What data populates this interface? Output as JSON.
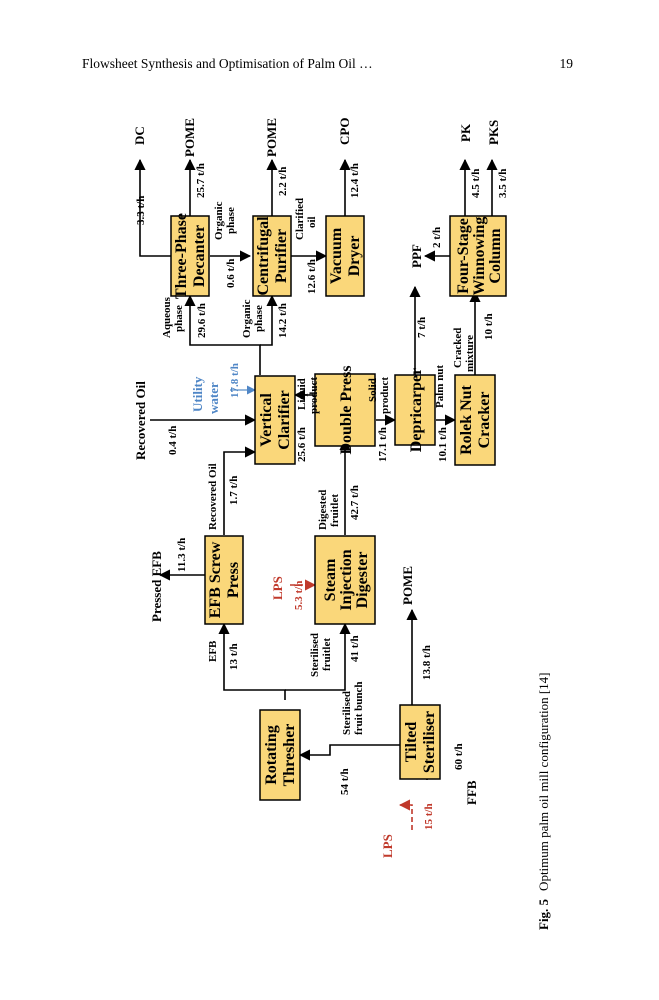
{
  "header": {
    "title": "Flowsheet Synthesis and Optimisation of Palm Oil …",
    "page_number": "19"
  },
  "caption": {
    "label": "Fig. 5",
    "text": "Optimum palm oil mill configuration [14]"
  },
  "units": {
    "rotating_thresher": [
      "Rotating",
      "Thresher"
    ],
    "tilted_steriliser": [
      "Tilted",
      "Steriliser"
    ],
    "efb_screw_press": [
      "EFB Screw",
      "Press"
    ],
    "steam_injection_digester": [
      "Steam",
      "Injection",
      "Digester"
    ],
    "vertical_clarifier": [
      "Vertical",
      "Clarifier"
    ],
    "double_press": [
      "Double Press"
    ],
    "depricarper": [
      "Depricarper"
    ],
    "rolek_nut_cracker": [
      "Rolek Nut",
      "Cracker"
    ],
    "three_phase_decanter": [
      "Three-Phase",
      "Decanter"
    ],
    "centrifugal_purifier": [
      "Centrifugal",
      "Purifier"
    ],
    "vacuum_dryer": [
      "Vacuum",
      "Dryer"
    ],
    "four_stage_winnowing": [
      "Four-Stage",
      "Winnowing",
      "Column"
    ]
  },
  "streams": {
    "ffb": "FFB",
    "ffb_flow": "60 t/h",
    "lps_1": "LPS",
    "lps_1_flow": "15 t/h",
    "sterilised_fruit_bunch": [
      "Sterilised",
      "fruit bunch"
    ],
    "sfb_flow": "54 t/h",
    "steriliser_pome": "POME",
    "steriliser_pome_flow": "13.8 t/h",
    "efb": "EFB",
    "efb_flow": "13 t/h",
    "sterilised_fruitlet": [
      "Sterilised",
      "fruitlet"
    ],
    "sterilised_fruitlet_flow": "41 t/h",
    "pressed_efb": "Pressed EFB",
    "pressed_efb_flow": "11.3 t/h",
    "lps_2": "LPS",
    "lps_2_flow": "5.3 t/h",
    "recovered_oil_efb": "Recovered Oil",
    "recovered_oil_efb_flow": "1.7 t/h",
    "digested_fruitlet": [
      "Digested",
      "fruitlet"
    ],
    "digested_fruitlet_flow": "42.7 t/h",
    "recovered_oil_top": "Recovered Oil",
    "recovered_oil_top_flow": "0.4 t/h",
    "utility_water": [
      "Utility",
      "water"
    ],
    "utility_water_flow": "17.8 t/h",
    "liquid_product": [
      "Liquid",
      "product"
    ],
    "liquid_product_flow": "25.6 t/h",
    "solid_product": [
      "Solid",
      "product"
    ],
    "solid_product_flow": "17.1 t/h",
    "palm_nut": "Palm nut",
    "palm_nut_flow": "10.1 t/h",
    "ppf": "PPF",
    "ppf_flow": "7 t/h",
    "cracked_mixture": [
      "Cracked",
      "mixture"
    ],
    "cracked_mixture_flow": "10 t/h",
    "aqueous_phase": [
      "Aqueous",
      "phase"
    ],
    "aqueous_phase_flow": "29.6 t/h",
    "organic_phase_clarifier": [
      "Organic",
      "phase"
    ],
    "organic_phase_clarifier_flow": "14.2 t/h",
    "dc": "DC",
    "dc_flow": "3.3 t/h",
    "decanter_pome": "POME",
    "decanter_pome_flow": "25.7 t/h",
    "organic_phase_decanter": [
      "Organic",
      "phase"
    ],
    "organic_phase_decanter_flow": "0.6 t/h",
    "purifier_pome": "POME",
    "purifier_pome_flow": "2.2 t/h",
    "clarified_oil": [
      "Clarified",
      "oil"
    ],
    "clarified_oil_flow": "12.6 t/h",
    "cpo": "CPO",
    "cpo_flow": "12.4 t/h",
    "winnowing_recycle_flow": "2 t/h",
    "pk": "PK",
    "pk_flow": "4.5 t/h",
    "pks": "PKS",
    "pks_flow": "3.5 t/h"
  },
  "colors": {
    "box_fill": "#fad77a",
    "lps_red": "#c0392b",
    "utility_blue": "#4f86c6"
  }
}
